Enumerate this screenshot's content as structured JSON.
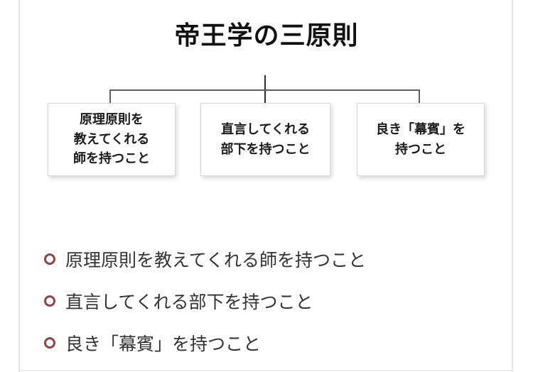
{
  "title": "帝王学の三原則",
  "diagram": {
    "boxes": [
      {
        "label": "原理原則を\n教えてくれる\n師を持つこと"
      },
      {
        "label": "直言してくれる\n部下を持つこと"
      },
      {
        "label": "良き「幕賓」を\n持つこと"
      }
    ]
  },
  "list": {
    "items": [
      {
        "text": "原理原則を教えてくれる師を持つこと"
      },
      {
        "text": "直言してくれる部下を持つこと"
      },
      {
        "text": "良き「幕賓」を持つこと"
      }
    ]
  },
  "colors": {
    "bullet_ring": "#8e4448",
    "list_text": "#333333",
    "title_text": "#111111",
    "box_border": "#d8d8d8",
    "connector_line": "#5f5f5f",
    "edge_line": "#e3e3e3",
    "background": "#ffffff"
  }
}
